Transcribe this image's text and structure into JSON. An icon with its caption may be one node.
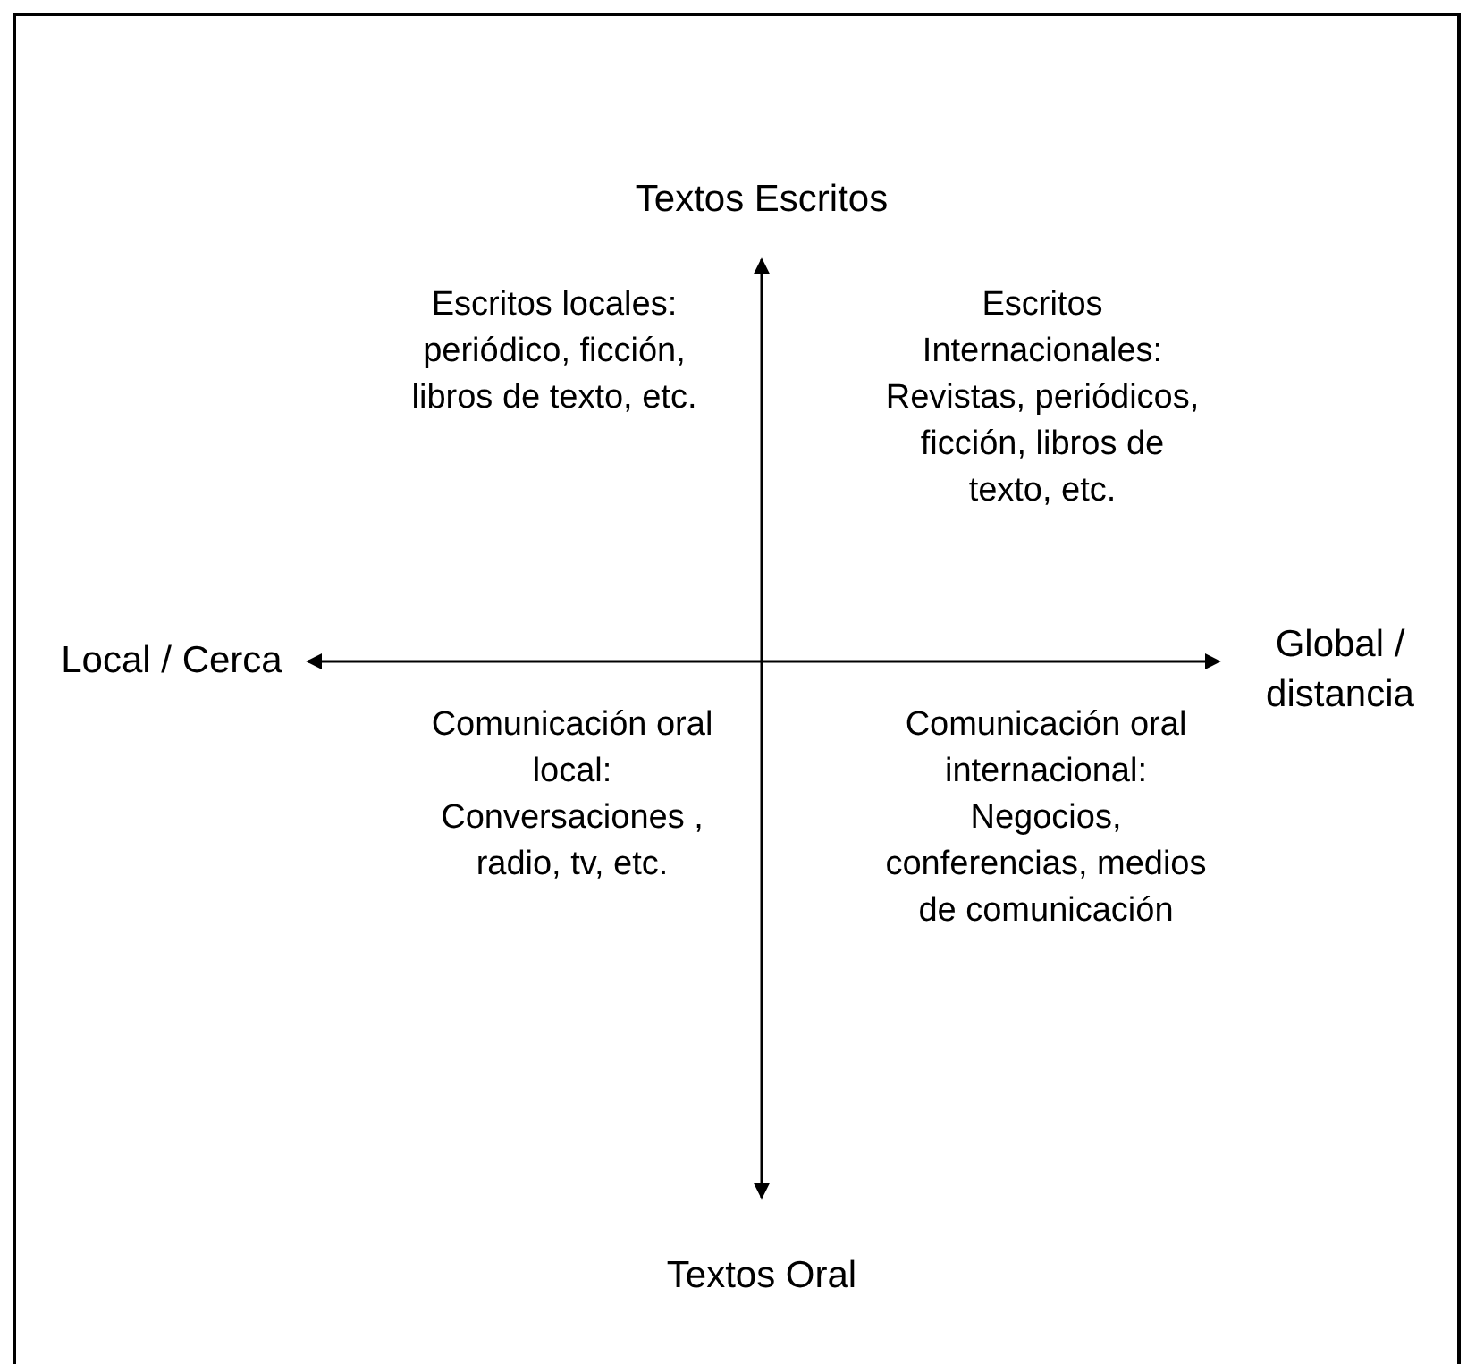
{
  "diagram": {
    "nodes": [
      {
        "text": [
          "Textos Escritos"
        ]
      },
      {
        "text": [
          "Local / Cerca"
        ]
      },
      {
        "text": [
          "Global / distancia"
        ]
      },
      {
        "text": [
          "Textos Oral"
        ]
      }
    ],
    "edges": [
      {
        "from": 0,
        "to": 3,
        "arrow": "both"
      },
      {
        "from": 1,
        "to": 2,
        "arrow": "both"
      }
    ],
    "labels": [
      "Escritos locales: periódico, ficción, libros de texto, etc.",
      "Escritos Internacionales: Revistas, periódicos, ficción, libros de texto, etc.",
      "Comunicación oral local: Conversaciones , radio, tv, etc.",
      "Comunicación oral internacional: Negocios, conferencias, medios de comunicación"
    ]
  }
}
